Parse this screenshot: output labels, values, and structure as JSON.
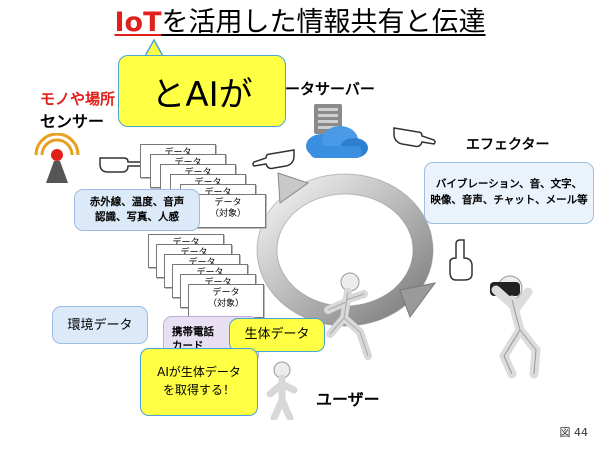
{
  "title": {
    "iot": "IoT",
    "rest": "を活用した情報共有と伝達"
  },
  "callout_main": "とAIが",
  "labels": {
    "things_places": "モノや場所",
    "sensors": "センサー",
    "data_server": "データサーバー",
    "effector": "エフェクター",
    "user": "ユーザー"
  },
  "sensor_types": [
    "赤外線、温度、音声",
    "認識、写真、人感"
  ],
  "effector_types": [
    "バイブレーション、音、文字、",
    "映像、音声、チャット、メール等"
  ],
  "environment_data": "環境データ",
  "phone_card": [
    "携帯電話",
    "カード"
  ],
  "biometric_data": "生体データ",
  "ai_callout": [
    "AIが生体データ",
    "を取得する！"
  ],
  "data_card": {
    "line1": "データ",
    "line2": "（対象）"
  },
  "figure_number": "図 44",
  "colors": {
    "accent_red": "#e0201b",
    "callout_yellow": "#ffff44",
    "box_blue": "#dce9f8",
    "cloud_blue": "#3b8fe0"
  }
}
